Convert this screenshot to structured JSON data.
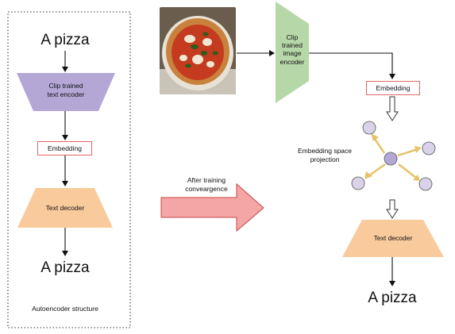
{
  "left": {
    "input_text": "A pizza",
    "encoder_label": "Clip trained\ntext encoder",
    "embedding_label": "Embedding",
    "decoder_label": "Text decoder",
    "output_text": "A pizza",
    "caption": "Autoencoder structure"
  },
  "middle": {
    "transition_label": "After training\nconveargence"
  },
  "right": {
    "image_icon": "pizza-photo",
    "encoder_label": "Clip\ntrained\nimage\nencoder",
    "embedding_label": "Embedding",
    "projection_label": "Embedding space\nprojection",
    "decoder_label": "Text decoder",
    "output_text": "A pizza"
  },
  "colors": {
    "text_encoder": "#b4a7d6",
    "image_encoder": "#b6d7a8",
    "decoder": "#f9cb9c",
    "embedding_border": "#e06666",
    "arrow_fill": "#f4a6a6",
    "arrow_stroke": "#cc4444",
    "node_fill": "#d9d2e9",
    "center_node_fill": "#b4a7d6",
    "projection_arrow": "#e6c36a"
  }
}
